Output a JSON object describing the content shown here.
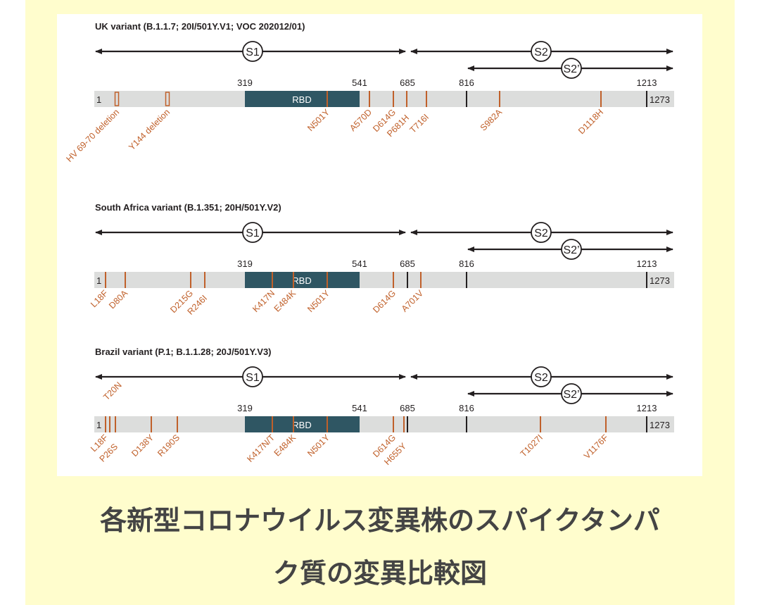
{
  "variants": [
    {
      "title": "UK variant (B.1.1.7; 20I/501Y.V1; VOC 202012/01)",
      "mutations_below": [
        "HV 69-70 deletion",
        "Y144 deletion",
        "N501Y",
        "A570D",
        "D614G",
        "P681H",
        "T716I",
        "S982A",
        "D1118H"
      ],
      "mutations_above": []
    },
    {
      "title": "South Africa variant (B.1.351; 20H/501Y.V2)",
      "mutations_below": [
        "L18F",
        "D80A",
        "D215G",
        "R246I",
        "K417N",
        "E484K",
        "N501Y",
        "D614G",
        "A701V"
      ],
      "mutations_above": []
    },
    {
      "title": "Brazil variant (P.1; B.1.1.28; 20J/501Y.V3)",
      "mutations_below": [
        "L18F",
        "P26S",
        "D138Y",
        "R190S",
        "K417N/T",
        "E484K",
        "N501Y",
        "D614G",
        "H655Y",
        "T1027I",
        "V1176F"
      ],
      "mutations_above": [
        "T20N"
      ]
    }
  ],
  "domains": {
    "s1": "S1",
    "s2": "S2",
    "s2prime": "S2’",
    "rbd": "RBD"
  },
  "ticks": {
    "start": "1",
    "end": "1273",
    "above": [
      "319",
      "541",
      "685",
      "816",
      "1213"
    ]
  },
  "caption": {
    "line1": "各新型コロナウイルス変異株のスパイクタンパ",
    "line2": "ク質の変異比較図"
  },
  "colors": {
    "mutation": "#c0602a",
    "rbd": "#2f5663",
    "bar": "#dcdddc",
    "line": "#231f20",
    "background": "#fffdcd"
  }
}
